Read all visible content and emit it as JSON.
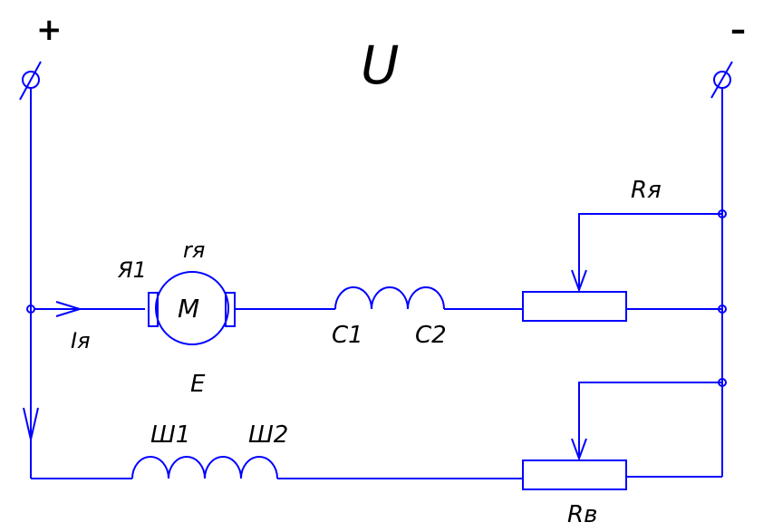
{
  "colors": {
    "wire": "#0000ff",
    "label": "#000000",
    "background": "#ffffff"
  },
  "diagram": {
    "terminals": {
      "plus": "+",
      "minus": "–"
    },
    "voltage": "U",
    "motor": {
      "symbol": "M",
      "armature_terminal": "Я1",
      "armature_resistance": "rя",
      "emf": "E"
    },
    "armature_current": "Iя",
    "series_winding": {
      "start": "С1",
      "end": "С2"
    },
    "shunt_winding": {
      "start": "Ш1",
      "end": "Ш2"
    },
    "armature_rheostat": "Rя",
    "field_rheostat": "Rв"
  }
}
